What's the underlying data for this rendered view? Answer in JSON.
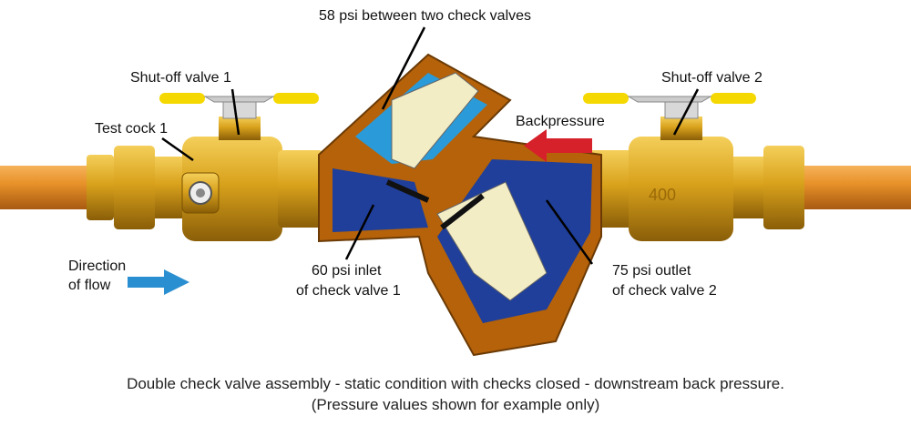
{
  "labels": {
    "top": "58 psi between two check valves",
    "shutoff1": "Shut-off valve 1",
    "shutoff2": "Shut-off valve 2",
    "testcock1": "Test cock 1",
    "backpressure": "Backpressure",
    "direction_line1": "Direction",
    "direction_line2": "of flow",
    "inlet_line1": "60 psi inlet",
    "inlet_line2": "of check valve 1",
    "outlet_line1": "75 psi outlet",
    "outlet_line2": "of check valve 2",
    "valve_number": "400"
  },
  "caption": {
    "line1": "Double check valve assembly - static condition with checks closed - downstream back pressure.",
    "line2": "(Pressure values shown for example only)"
  },
  "colors": {
    "pipe": "#e8922a",
    "brass": "#d9a21c",
    "light_water": "#2a9ad8",
    "dark_water": "#1f3f9a",
    "handle": "#f5d800",
    "backpressure_arrow": "#d6202a",
    "flow_arrow": "#2a8fd0"
  }
}
